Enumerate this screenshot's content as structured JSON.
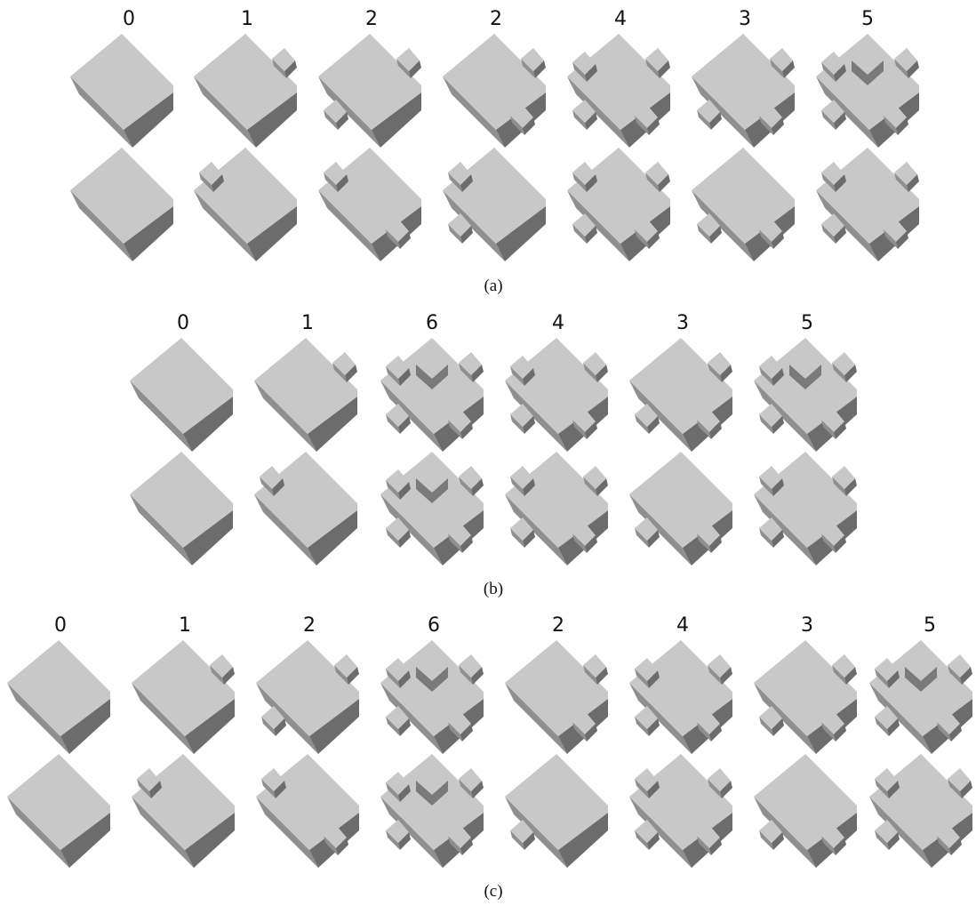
{
  "panels": [
    {
      "caption": "(a)",
      "labels": [
        "0",
        "1",
        "2",
        "2",
        "4",
        "3",
        "5"
      ]
    },
    {
      "caption": "(b)",
      "labels": [
        "0",
        "1",
        "6",
        "4",
        "3",
        "5"
      ]
    },
    {
      "caption": "(c)",
      "labels": [
        "0",
        "1",
        "2",
        "6",
        "2",
        "4",
        "3",
        "5"
      ]
    }
  ]
}
